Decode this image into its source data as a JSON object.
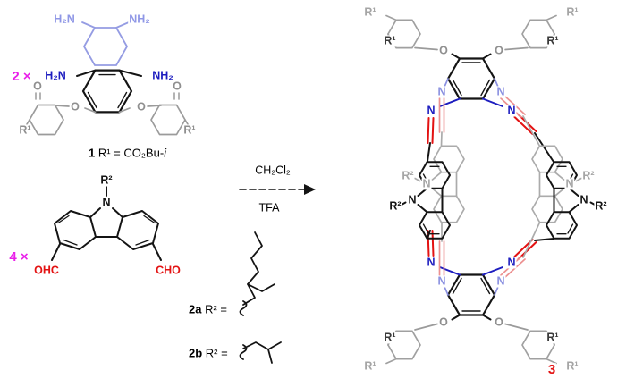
{
  "colors": {
    "magenta": "#e91fe9",
    "light_blue": "#8f97e6",
    "dark_blue": "#1d1dbf",
    "red": "#e31212",
    "gray": "#8f8f8f",
    "black": "#141414"
  },
  "labels": {
    "r1": "R¹",
    "r2": "R²",
    "o": "O",
    "n": "N"
  },
  "reagent1": {
    "stoichiometry": "2 ×",
    "amines": {
      "top_left": "H₂N",
      "top_right": "NH₂",
      "mid_left": "H₂N",
      "mid_right": "NH₂"
    },
    "number": "1",
    "r1_definition": " R¹ = CO₂Bu-",
    "r1_definition_suffix": "i"
  },
  "reagent2": {
    "stoichiometry": "4 ×",
    "aldehyde_left": "OHC",
    "aldehyde_right": "CHO",
    "variants": [
      {
        "number": "2a",
        "r2_eq": " R² ="
      },
      {
        "number": "2b",
        "r2_eq": " R² ="
      }
    ]
  },
  "arrow": {
    "reagent_above": "CH₂Cl₂",
    "reagent_below": "TFA"
  },
  "product": {
    "number": "3"
  }
}
